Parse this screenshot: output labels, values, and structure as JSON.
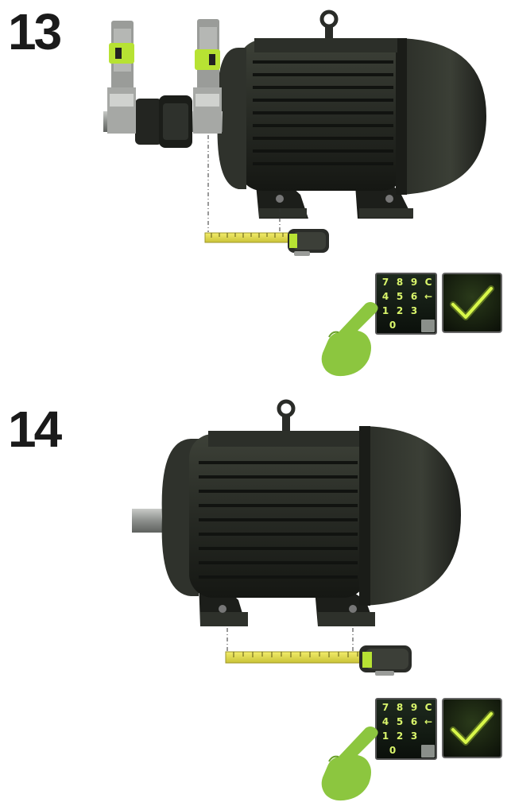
{
  "steps": [
    {
      "number": "13",
      "keypad": {
        "keys": [
          "7",
          "8",
          "9",
          "C",
          "4",
          "5",
          "6",
          "←",
          "1",
          "2",
          "3",
          "",
          "0",
          "",
          "",
          ""
        ]
      },
      "confirm_icon": "checkmark-icon",
      "hand_icon": "pointing-hand-icon"
    },
    {
      "number": "14",
      "keypad": {
        "keys": [
          "7",
          "8",
          "9",
          "C",
          "4",
          "5",
          "6",
          "←",
          "1",
          "2",
          "3",
          "",
          "0",
          "",
          "",
          ""
        ]
      },
      "confirm_icon": "checkmark-icon",
      "hand_icon": "pointing-hand-icon"
    }
  ],
  "colors": {
    "accent": "#b7e233",
    "motor_body": "#2a2d27",
    "tape": "#e6e04a",
    "text": "#1a1a1a"
  }
}
